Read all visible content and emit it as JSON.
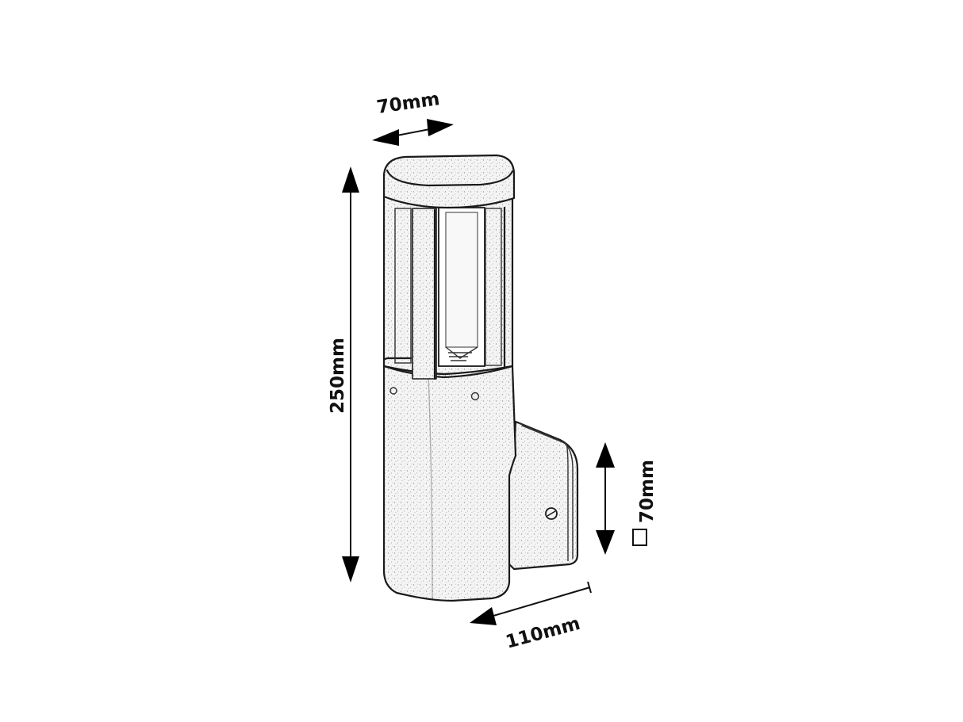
{
  "diagram": {
    "subject": "Wall lamp dimension drawing",
    "dimensions": {
      "width_top": "70mm",
      "height": "250mm",
      "mount_square": "70mm",
      "mount_square_symbol": "□",
      "depth": "110mm"
    },
    "colors": {
      "line": "#1a1a1a",
      "background": "#ffffff",
      "fill_texture": "#e6e6e6"
    }
  }
}
